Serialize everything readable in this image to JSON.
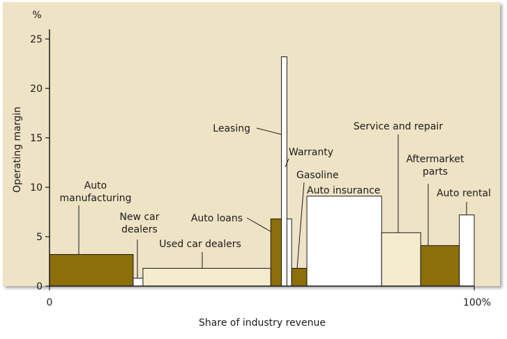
{
  "chart_data": {
    "type": "bar",
    "subtype": "variable-width (marimekko)",
    "title": "",
    "xlabel": "Share of industry revenue",
    "ylabel": "Operating margin",
    "y_unit_label": "%",
    "xlim": [
      0,
      100
    ],
    "ylim": [
      0,
      25
    ],
    "x_tick_labels": [
      "0",
      "100%"
    ],
    "y_ticks": [
      0,
      5,
      10,
      15,
      20,
      25
    ],
    "grid": false,
    "legend": "none",
    "colors": {
      "background": "#efe3c6",
      "dark": "#8c6e0a",
      "light": "#f5ecd0",
      "white": "#ffffff"
    },
    "segments": [
      {
        "label": "Auto manufacturing",
        "label_lines": [
          "Auto",
          "manufacturing"
        ],
        "x_start": 0,
        "x_end": 19.7,
        "margin": 3.2,
        "fill": "dark"
      },
      {
        "label": "New car dealers",
        "label_lines": [
          "New car",
          "dealers"
        ],
        "x_start": 19.7,
        "x_end": 22.0,
        "margin": 0.8,
        "fill": "white"
      },
      {
        "label": "Used car dealers",
        "label_lines": [
          "Used car dealers"
        ],
        "x_start": 22.0,
        "x_end": 52.1,
        "margin": 1.8,
        "fill": "light"
      },
      {
        "label": "Auto loans",
        "label_lines": [
          "Auto loans"
        ],
        "x_start": 52.1,
        "x_end": 54.6,
        "margin": 6.8,
        "fill": "dark"
      },
      {
        "label": "Leasing",
        "label_lines": [
          "Leasing"
        ],
        "x_start": 54.6,
        "x_end": 55.9,
        "margin": 23.2,
        "fill": "white"
      },
      {
        "label": "Warranty",
        "label_lines": [
          "Warranty"
        ],
        "x_start": 55.9,
        "x_end": 57.0,
        "margin": 6.8,
        "fill": "white"
      },
      {
        "label": "Gasoline",
        "label_lines": [
          "Gasoline"
        ],
        "x_start": 57.0,
        "x_end": 60.6,
        "margin": 1.8,
        "fill": "dark"
      },
      {
        "label": "Auto insurance",
        "label_lines": [
          "Auto insurance"
        ],
        "x_start": 60.6,
        "x_end": 78.2,
        "margin": 9.1,
        "fill": "white"
      },
      {
        "label": "Service and repair",
        "label_lines": [
          "Service and repair"
        ],
        "x_start": 78.2,
        "x_end": 87.4,
        "margin": 5.4,
        "fill": "light"
      },
      {
        "label": "Aftermarket parts",
        "label_lines": [
          "Aftermarket",
          "parts"
        ],
        "x_start": 87.4,
        "x_end": 96.5,
        "margin": 4.1,
        "fill": "dark"
      },
      {
        "label": "Auto rental",
        "label_lines": [
          "Auto rental"
        ],
        "x_start": 96.5,
        "x_end": 100.0,
        "margin": 7.2,
        "fill": "white"
      }
    ]
  }
}
